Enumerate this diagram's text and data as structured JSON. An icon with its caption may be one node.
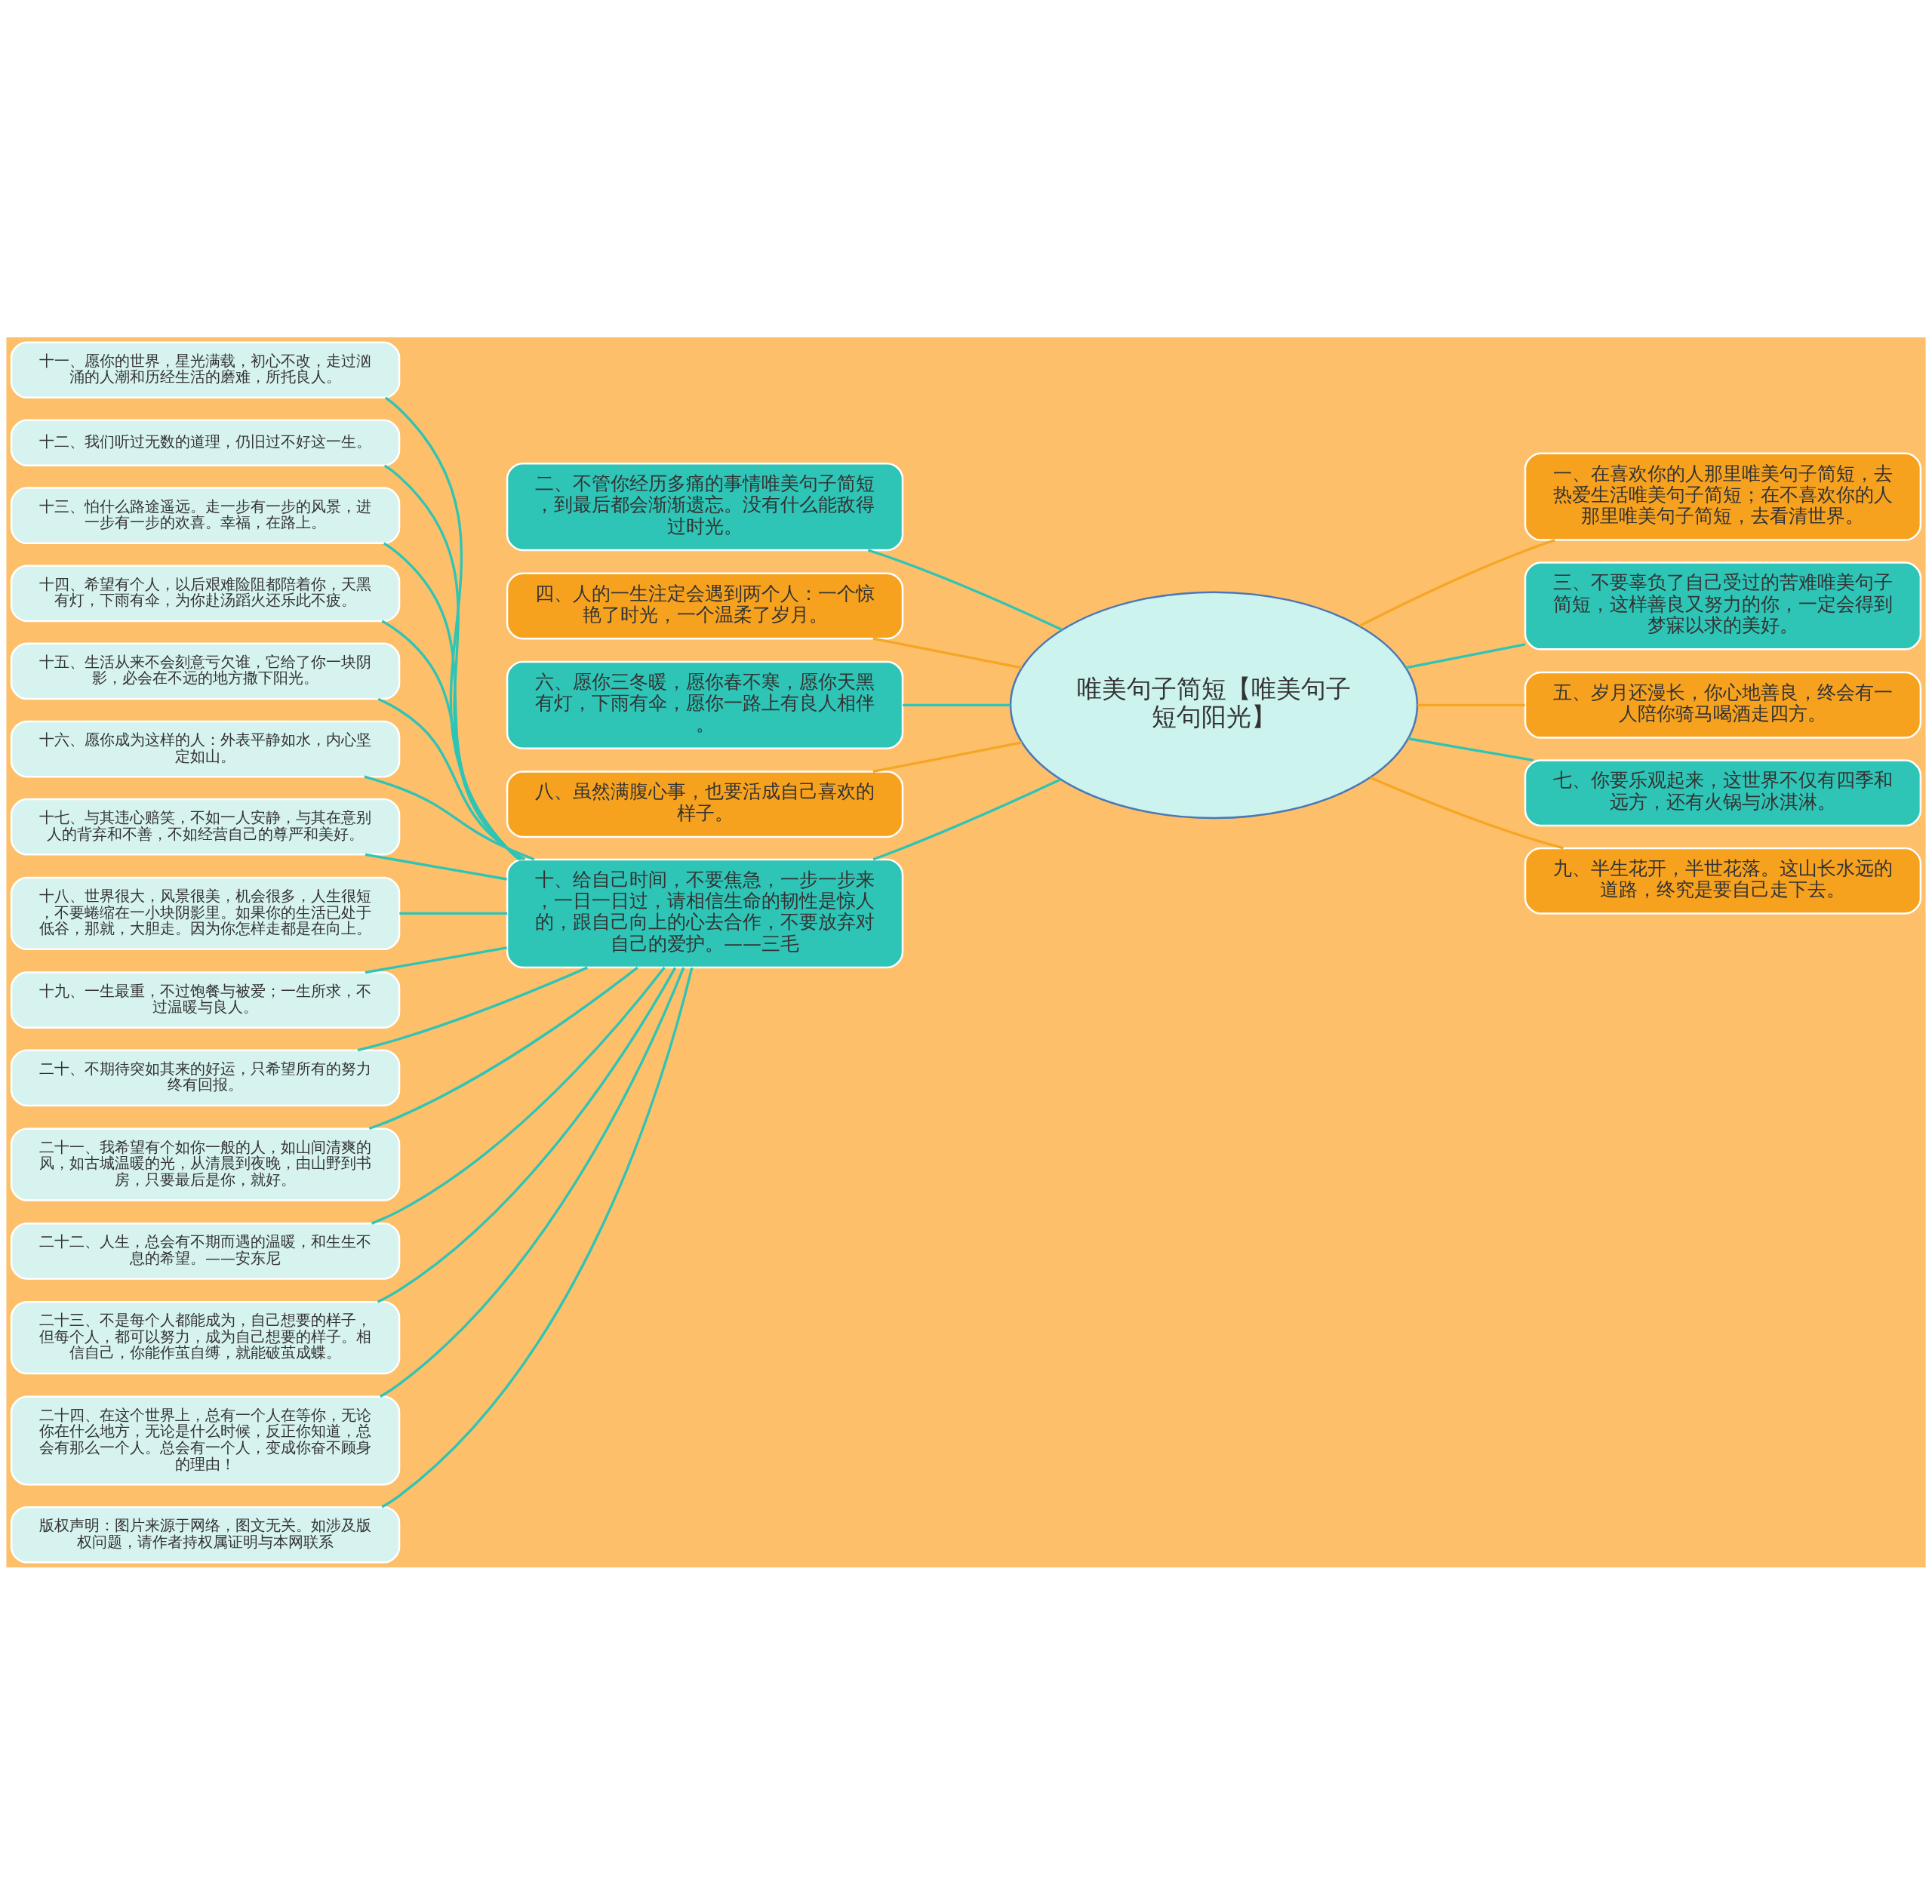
{
  "diagram": {
    "nodes": [
      {
        "text": [
          "唯美句子简短【唯美句子短句阳光】"
        ]
      },
      {
        "text": [
          "二、不管你经历多痛的事情唯美句子简短，到最后都会渐渐遗忘。没有什么能敌得过时光。"
        ]
      },
      {
        "text": [
          "四、人的一生注定会遇到两个人：一个惊艳了时光，一个温柔了岁月。"
        ]
      },
      {
        "text": [
          "六、愿你三冬暖，愿你春不寒，愿你天黑有灯，下雨有伞，愿你一路上有良人相伴。"
        ]
      },
      {
        "text": [
          "八、虽然满腹心事，也要活成自己喜欢的样子。"
        ]
      },
      {
        "text": [
          "十、给自己时间，不要焦急，一步一步来，一日一日过，请相信生命的韧性是惊人的，跟自己向上的心去合作，不要放弃对自己的爱护。——三毛"
        ]
      },
      {
        "text": [
          "十一、愿你的世界，星光满载，初心不改，走过汹涌的人潮和历经生活的磨难，所托良人。"
        ]
      },
      {
        "text": [
          "十二、我们听过无数的道理，仍旧过不好这一生。"
        ]
      },
      {
        "text": [
          "十三、怕什么路途遥远。走一步有一步的风景，进一步有一步的欢喜。幸福，在路上。"
        ]
      },
      {
        "text": [
          "十四、希望有个人，以后艰难险阻都陪着你，天黑有灯，下雨有伞，为你赴汤蹈火还乐此不疲。"
        ]
      },
      {
        "text": [
          "十五、生活从来不会刻意亏欠谁，它给了你一块阴影，必会在不远的地方撒下阳光。"
        ]
      },
      {
        "text": [
          "十六、愿你成为这样的人：外表平静如水，内心坚定如山。"
        ]
      },
      {
        "text": [
          "十七、与其违心赔笑，不如一人安静，与其在意别人的背弃和不善，不如经营自己的尊严和美好。"
        ]
      },
      {
        "text": [
          "十八、世界很大，风景很美，机会很多，人生很短，不要蜷缩在一小块阴影里。如果你的生活已处于低谷，那就，大胆走。因为你怎样走都是在向上。"
        ]
      },
      {
        "text": [
          "十九、一生最重，不过饱餐与被爱；一生所求，不过温暖与良人。"
        ]
      },
      {
        "text": [
          "二十、不期待突如其来的好运，只希望所有的努力终有回报。"
        ]
      },
      {
        "text": [
          "二十一、我希望有个如你一般的人，如山间清爽的风，如古城温暖的光，从清晨到夜晚，由山野到书房，只要最后是你，就好。"
        ]
      },
      {
        "text": [
          "二十二、人生，总会有不期而遇的温暖，和生生不息的希望。——安东尼"
        ]
      },
      {
        "text": [
          "二十三、不是每个人都能成为，自己想要的样子，但每个人，都可以努力，成为自己想要的样子。相信自己，你能作茧自缚，就能破茧成蝶。"
        ]
      },
      {
        "text": [
          "二十四、在这个世界上，总有一个人在等你，无论你在什么地方，无论是什么时候，反正你知道，总会有那么一个人。总会有一个人，变成你奋不顾身的理由！"
        ]
      },
      {
        "text": [
          "版权声明：图片来源于网络，图文无关。如涉及版权问题，请作者持权属证明与本网联系"
        ]
      },
      {
        "text": [
          "一、在喜欢你的人那里唯美句子简短，去热爱生活唯美句子简短；在不喜欢你的人那里唯美句子简短，去看清世界。"
        ]
      },
      {
        "text": [
          "三、不要辜负了自己受过的苦难唯美句子简短，这样善良又努力的你，一定会得到梦寐以求的美好。"
        ]
      },
      {
        "text": [
          "五、岁月还漫长，你心地善良，终会有一人陪你骑马喝酒走四方。"
        ]
      },
      {
        "text": [
          "七、你要乐观起来，这世界不仅有四季和远方，还有火锅与冰淇淋。"
        ]
      },
      {
        "text": [
          "九、半生花开，半世花落。这山长水远的道路，终究是要自己走下去。"
        ]
      }
    ],
    "edges": [
      {
        "from": 1,
        "to": 0,
        "arrow": "none"
      },
      {
        "from": 2,
        "to": 0,
        "arrow": "none",
        "color": "#f5a623"
      },
      {
        "from": 3,
        "to": 0,
        "arrow": "none"
      },
      {
        "from": 4,
        "to": 0,
        "arrow": "none",
        "color": "#f5a623"
      },
      {
        "from": 5,
        "to": 0,
        "arrow": "none"
      },
      {
        "from": 6,
        "to": 5,
        "arrow": "none"
      },
      {
        "from": 7,
        "to": 5,
        "arrow": "none"
      },
      {
        "from": 8,
        "to": 5,
        "arrow": "none"
      },
      {
        "from": 9,
        "to": 5,
        "arrow": "none"
      },
      {
        "from": 10,
        "to": 5,
        "arrow": "none"
      },
      {
        "from": 11,
        "to": 5,
        "arrow": "none"
      },
      {
        "from": 12,
        "to": 5,
        "arrow": "none"
      },
      {
        "from": 13,
        "to": 5,
        "arrow": "none"
      },
      {
        "from": 14,
        "to": 5,
        "arrow": "none"
      },
      {
        "from": 15,
        "to": 5,
        "arrow": "none"
      },
      {
        "from": 16,
        "to": 5,
        "arrow": "none"
      },
      {
        "from": 17,
        "to": 5,
        "arrow": "none"
      },
      {
        "from": 18,
        "to": 5,
        "arrow": "none"
      },
      {
        "from": 19,
        "to": 5,
        "arrow": "none"
      },
      {
        "from": 20,
        "to": 5,
        "arrow": "none"
      },
      {
        "from": 0,
        "to": 21,
        "arrow": "none",
        "color": "#f5a623"
      },
      {
        "from": 0,
        "to": 22,
        "arrow": "none"
      },
      {
        "from": 0,
        "to": 23,
        "arrow": "none",
        "color": "#f5a623"
      },
      {
        "from": 0,
        "to": 24,
        "arrow": "none"
      },
      {
        "from": 0,
        "to": 25,
        "arrow": "none",
        "color": "#f5a623"
      }
    ]
  }
}
